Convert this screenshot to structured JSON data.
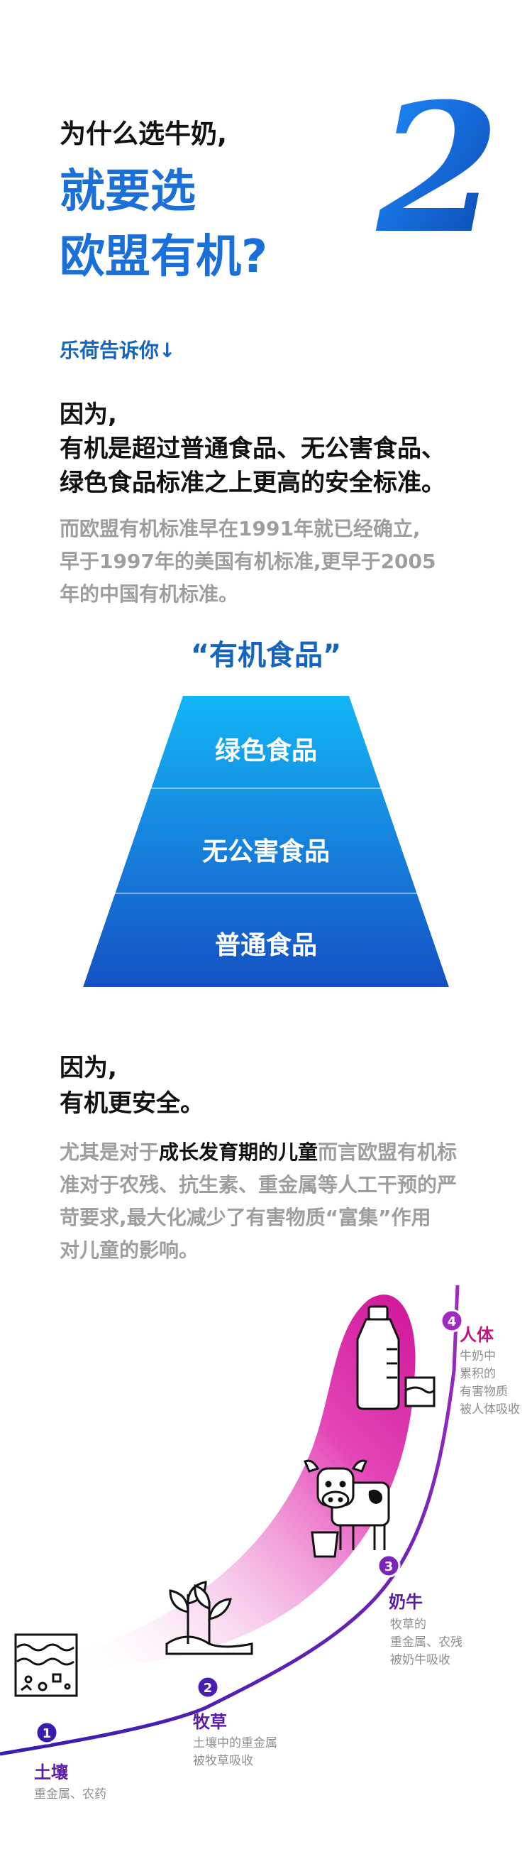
{
  "header": {
    "line1": "为什么选牛奶,",
    "line2": "就要选",
    "line3": "欧盟有机?",
    "number": "2",
    "tell": "乐荷告诉你↓"
  },
  "section1": {
    "title_line1": "因为,",
    "title_line2": "有机是超过普通食品、无公害食品、",
    "title_line3": "绿色食品标准之上更高的安全标准。",
    "para_line1": "而欧盟有机标准早在1991年就已经确立,",
    "para_line2": "早于1997年的美国有机标准,更早于2005",
    "para_line3": "年的中国有机标准。"
  },
  "pyramid": {
    "title": "“有机食品”",
    "levels": [
      "绿色食品",
      "无公害食品",
      "普通食品"
    ]
  },
  "section2": {
    "title_line1": "因为,",
    "title_line2": "有机更安全。",
    "para_l1_prefix": "尤其是对于",
    "para_l1_highlight": "成长发育期的儿童",
    "para_l1_suffix": "而言欧盟有机标",
    "para_line2": "准对于农残、抗生素、重金属等人工干预的严",
    "para_line3": "苛要求,最大化减少了有害物质“富集”作用",
    "para_line4": "对儿童的影响。"
  },
  "chain": {
    "steps": [
      {
        "num": "1",
        "name": "土壤",
        "desc": [
          "重金属、农药"
        ]
      },
      {
        "num": "2",
        "name": "牧草",
        "desc": [
          "土壤中的重金属",
          "被牧草吸收"
        ]
      },
      {
        "num": "3",
        "name": "奶牛",
        "desc": [
          "牧草的",
          "重金属、农残",
          "被奶牛吸收"
        ]
      },
      {
        "num": "4",
        "name": "人体",
        "desc": [
          "牛奶中",
          "累积的",
          "有害物质",
          "被人体吸收"
        ]
      }
    ]
  },
  "colors": {
    "blue": "#1a6fd8",
    "purple": "#5b1aa8",
    "magenta": "#d21f9b",
    "gray": "#9e9e9e"
  }
}
